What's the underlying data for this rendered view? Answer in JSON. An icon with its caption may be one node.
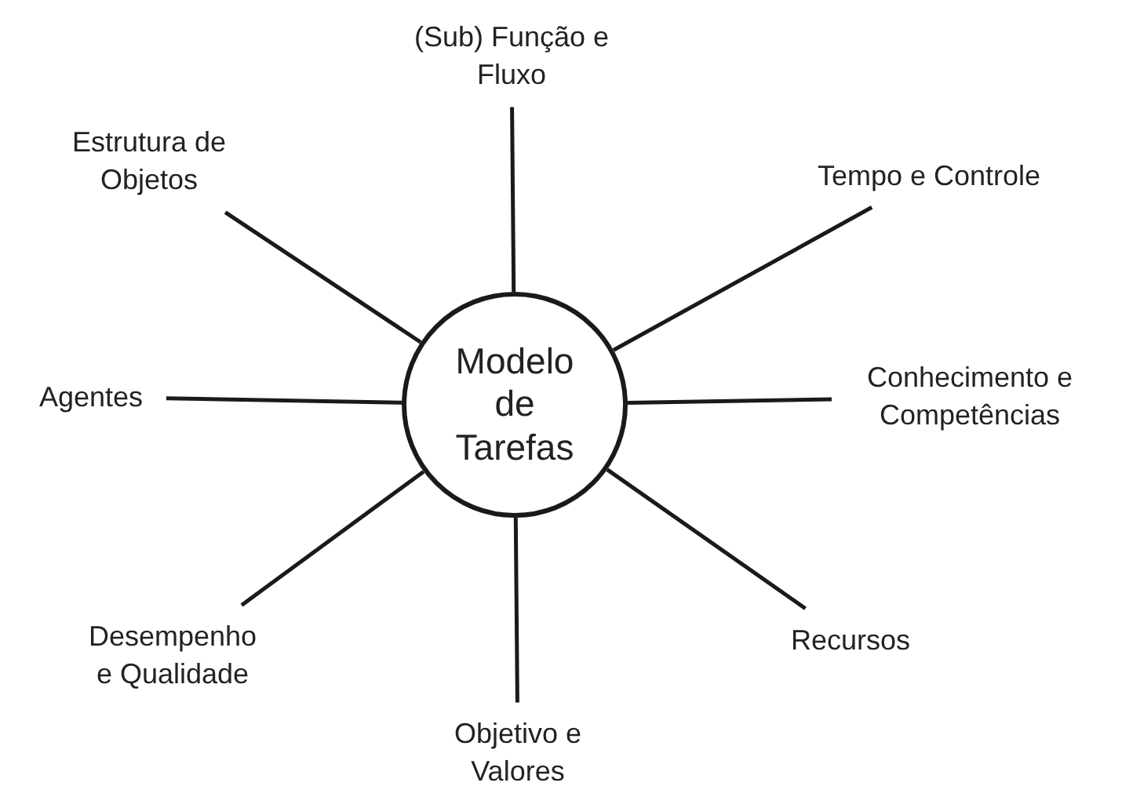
{
  "diagram": {
    "nodes": [
      {
        "text": [
          "Modelo de Tarefas"
        ]
      },
      {
        "text": [
          "(Sub) Função e Fluxo"
        ]
      },
      {
        "text": [
          "Tempo e Controle"
        ]
      },
      {
        "text": [
          "Conhecimento e Competências"
        ]
      },
      {
        "text": [
          "Recursos"
        ]
      },
      {
        "text": [
          "Objetivo e Valores"
        ]
      },
      {
        "text": [
          "Desempenho e Qualidade"
        ]
      },
      {
        "text": [
          "Agentes"
        ]
      },
      {
        "text": [
          "Estrutura de Objetos"
        ]
      }
    ],
    "edges": [
      {
        "from": 0,
        "to": 1,
        "arrow": "none"
      },
      {
        "from": 0,
        "to": 2,
        "arrow": "none"
      },
      {
        "from": 0,
        "to": 3,
        "arrow": "none"
      },
      {
        "from": 0,
        "to": 4,
        "arrow": "none"
      },
      {
        "from": 0,
        "to": 5,
        "arrow": "none"
      },
      {
        "from": 0,
        "to": 6,
        "arrow": "none"
      },
      {
        "from": 0,
        "to": 7,
        "arrow": "none"
      },
      {
        "from": 0,
        "to": 8,
        "arrow": "none"
      }
    ]
  }
}
